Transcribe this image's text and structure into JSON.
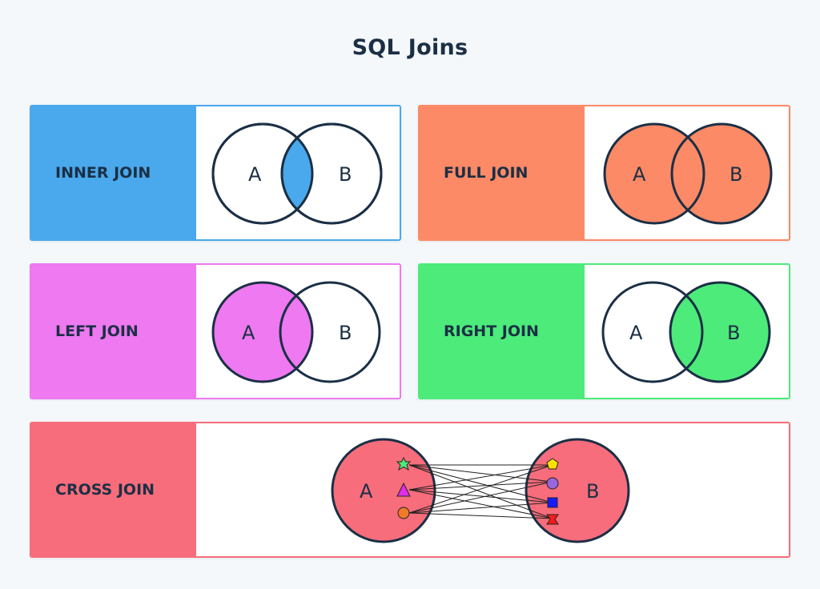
{
  "title": "SQL Joins",
  "cards": {
    "inner": {
      "label": "INNER JOIN",
      "color": "#4aa8ec",
      "set_a": "A",
      "set_b": "B"
    },
    "full": {
      "label": "FULL JOIN",
      "color": "#fc8a66",
      "set_a": "A",
      "set_b": "B"
    },
    "left": {
      "label": "LEFT JOIN",
      "color": "#ee79f0",
      "set_a": "A",
      "set_b": "B"
    },
    "right": {
      "label": "RIGHT JOIN",
      "color": "#4ceb7a",
      "set_a": "A",
      "set_b": "B"
    },
    "cross": {
      "label": "CROSS JOIN",
      "color": "#f76d7b",
      "set_a": "A",
      "set_b": "B",
      "a_items": [
        "star-shape",
        "triangle-shape",
        "circle-shape"
      ],
      "b_items": [
        "pentagon-shape",
        "circle-shape",
        "square-shape",
        "bowtie-shape"
      ]
    }
  },
  "outline_color": "#1b2f45"
}
